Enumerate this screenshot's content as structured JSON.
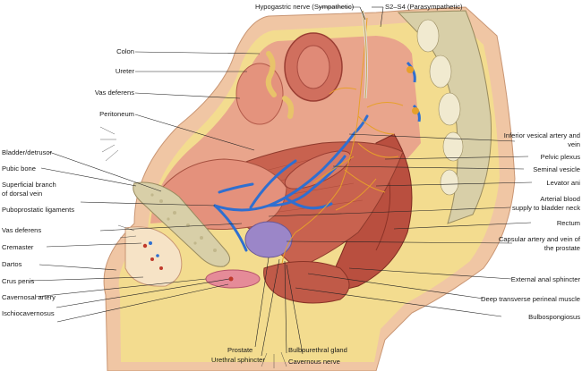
{
  "labels": {
    "hypogastric_nerve": "Hypogastric nerve (Sympathetic)",
    "s2_s4": "S2–S4 (Parasympathetic)",
    "colon": "Colon",
    "ureter": "Ureter",
    "vas_deferens_top": "Vas deferens",
    "peritoneum": "Peritoneum",
    "bladder_detrusor": "Bladder/detrusor",
    "pubic_bone": "Pubic bone",
    "superficial_branch_1": "Superficial branch",
    "superficial_branch_2": "of dorsal vein",
    "puboprostatic_ligaments": "Puboprostatic ligaments",
    "vas_deferens_left": "Vas deferens",
    "cremaster": "Cremaster",
    "dartos": "Dartos",
    "crus_penis": "Crus penis",
    "cavernosal_artery": "Cavernosal artery",
    "ischiocavernosus": "Ischiocavernosus",
    "prostate": "Prostate",
    "urethral_sphincter": "Urethral sphincter",
    "bulbourethral_gland": "Bulbourethral gland",
    "cavernous_nerve": "Cavernous nerve",
    "inferior_vesical_1": "Inferior vesical artery and",
    "inferior_vesical_2": "vein",
    "pelvic_plexus": "Pelvic plexus",
    "seminal_vesicle": "Seminal vesicle",
    "levator_ani": "Levator ani",
    "arterial_blood_1": "Arterial blood",
    "arterial_blood_2": "supply to bladder neck",
    "rectum": "Rectum",
    "capsular_1": "Capsular artery and vein of",
    "capsular_2": "the prostate",
    "external_anal_sphincter": "External anal sphincter",
    "deep_transverse": "Deep transverse perineal muscle",
    "bulbospongiosus": "Bulbospongiosus"
  },
  "colors": {
    "skin": "#f0c6a4",
    "fat": "#f3dc8f",
    "muscle": "#c8624f",
    "bone": "#d8cfa8",
    "vein": "#2f6fd0",
    "nerve": "#e7a02a",
    "prostate": "#9b86c8"
  }
}
